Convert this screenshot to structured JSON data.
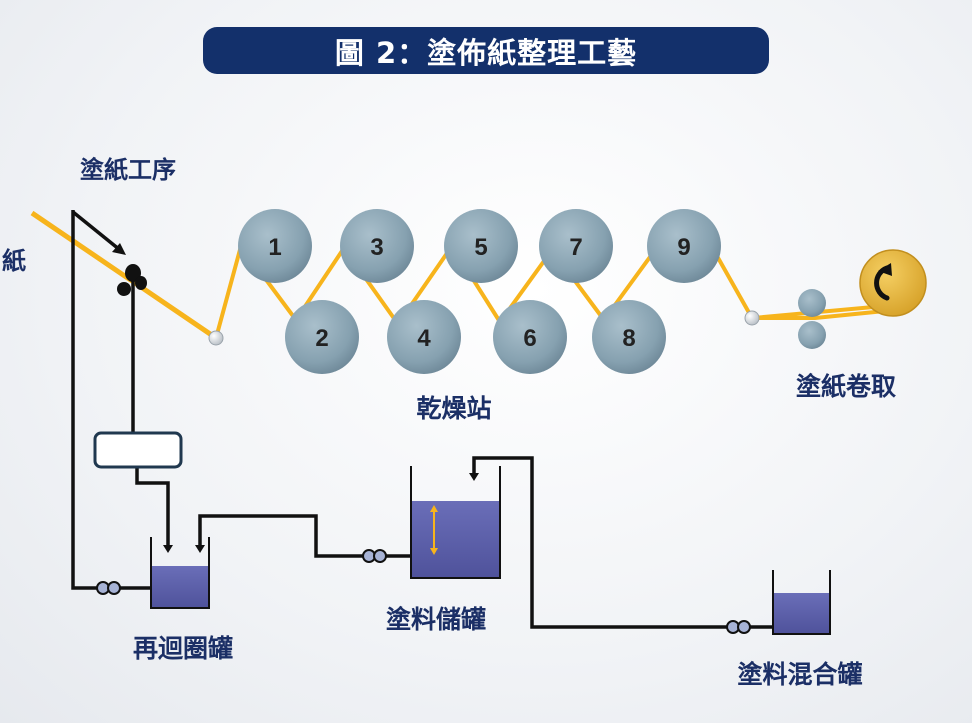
{
  "title": "圖 2：塗佈紙整理工藝",
  "labels": {
    "paper": "紙",
    "coating_process": "塗紙工序",
    "dryer_station": "乾燥站",
    "coated_reel": "塗紙卷取",
    "recirculation_tank": "再迴圈罐",
    "coating_storage_tank": "塗料儲罐",
    "coating_mixing_tank": "塗料混合罐"
  },
  "dryers": {
    "top": [
      "1",
      "3",
      "5",
      "7",
      "9"
    ],
    "bottom": [
      "2",
      "4",
      "6",
      "8"
    ]
  },
  "colors": {
    "title_bg": "#13306b",
    "label_text": "#1b2f66",
    "paper_web": "#f7b41c",
    "dryer_fill": "#8ca6b4",
    "tank_fluid": "#5c5fa8",
    "reel": "#e6b233"
  }
}
